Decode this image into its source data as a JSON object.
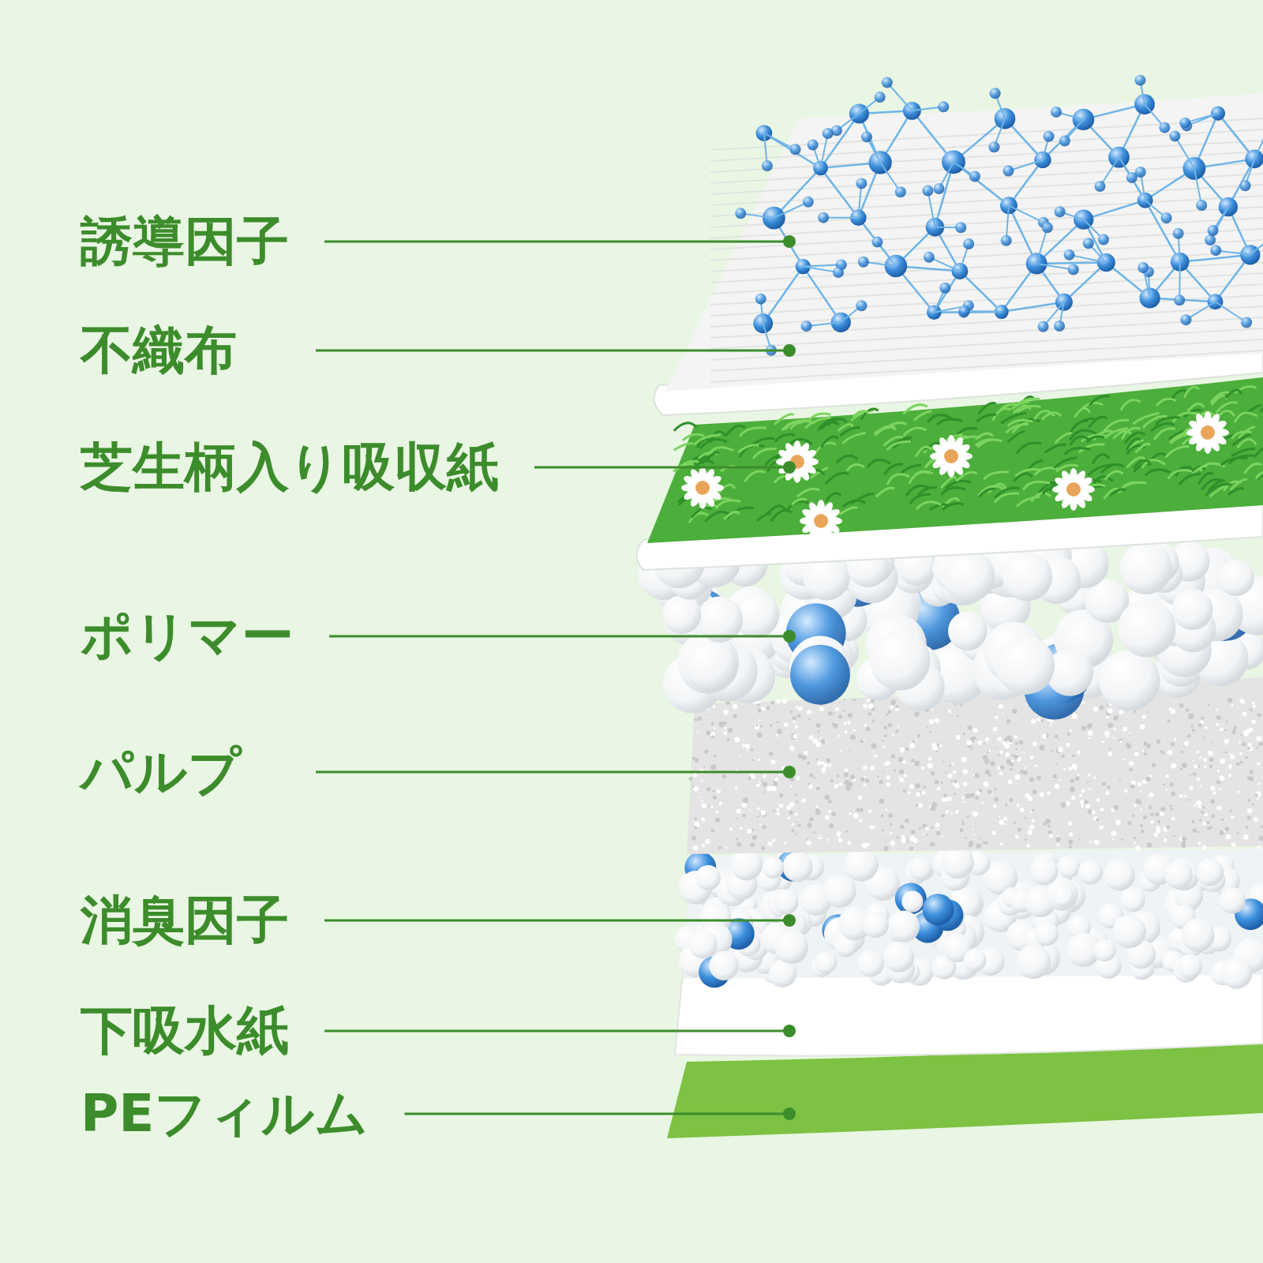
{
  "diagram": {
    "labels": [
      "誘導因子",
      "不織布",
      "芝生柄入り吸収紙",
      "ポリマー",
      "パルプ",
      "消臭因子",
      "下吸水紙",
      "PEフィルム"
    ]
  }
}
